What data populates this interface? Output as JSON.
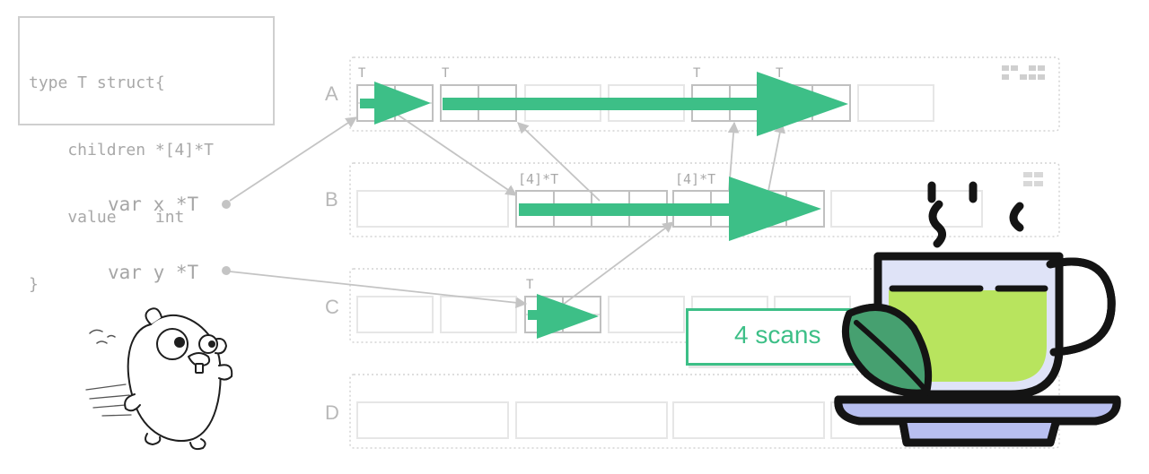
{
  "code": {
    "lines": [
      "type T struct{",
      "    children *[4]*T",
      "    value    int",
      "}"
    ]
  },
  "vars": {
    "x": "var x *T",
    "y": "var y *T"
  },
  "rows": [
    "A",
    "B",
    "C",
    "D"
  ],
  "labels": {
    "t": "T",
    "arr": "[4]*T"
  },
  "scans": {
    "text": "4 scans"
  },
  "colors": {
    "accent": "#3dbf87",
    "gray_line": "#c4c4c4",
    "dotted": "#d4d4d4",
    "cup_fill": "#b8e45e",
    "cup_glass": "#dfe3f7",
    "saucer": "#b8bff0",
    "outline": "#141414"
  },
  "icons": [
    "gopher-mascot",
    "tea-cup-icon",
    "tea-leaf-icon",
    "legend-grid-icon"
  ]
}
